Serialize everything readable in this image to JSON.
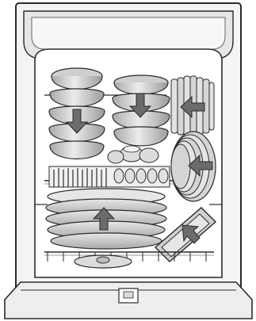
{
  "diagram": {
    "subject": "dishwasher-loading-illustration",
    "upper_rack": [
      {
        "kind": "bowl-stack",
        "arrow": "down"
      },
      {
        "kind": "bowl-stack",
        "arrow": "down"
      },
      {
        "kind": "plate-row",
        "arrow": "left"
      }
    ],
    "lower_rack": [
      {
        "kind": "plate-stack",
        "arrow": "left"
      },
      {
        "kind": "plate-stack",
        "arrow": "up"
      },
      {
        "kind": "tilted-pan",
        "arrow": "up-left"
      }
    ]
  },
  "colors": {
    "outline": "#2a2a2a",
    "tub_fill": "#f2f2f2",
    "interior_fill": "#ffffff",
    "dish_fill": "#d9d9d9",
    "dish_shade": "#bdbdbd",
    "arrow_fill": "#6b6b6b"
  }
}
